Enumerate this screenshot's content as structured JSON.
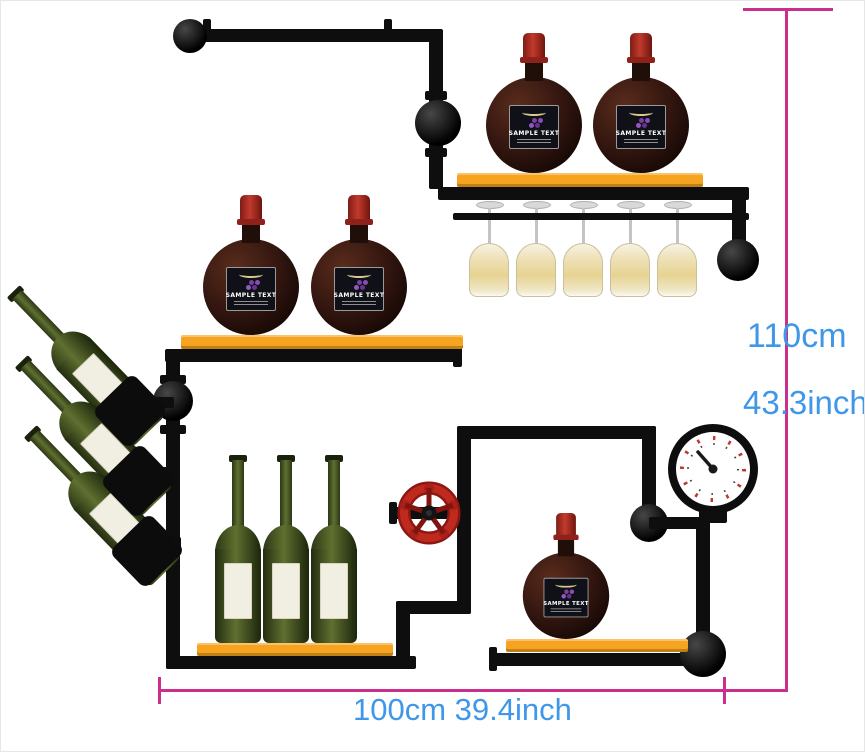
{
  "annotations": {
    "height_cm": "110cm",
    "height_inch": "43.3inch",
    "width": "100cm 39.4inch"
  },
  "bottle_label": {
    "title": "SAMPLE TEXT"
  },
  "colors": {
    "dim_line": "#cc2e8e",
    "dim_text": "#3e97e8",
    "pipe": "#0e0e0e",
    "shelf": "#f6a41f",
    "green_dark": "#2c3615",
    "green_light": "#5f7030",
    "cap_red": "#c23a2c",
    "round_dark": "#351710",
    "glass_tint": "#e7d392",
    "valve_red": "#bf2a1f"
  }
}
